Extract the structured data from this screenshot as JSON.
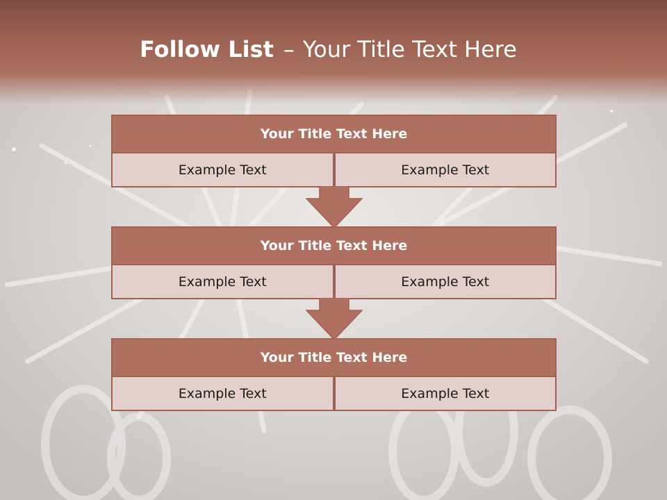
{
  "slide": {
    "title_bold": "Follow List",
    "title_separator": "–",
    "title_rest": "Your Title Text Here"
  },
  "steps": [
    {
      "title": "Your Title Text Here",
      "left": "Example Text",
      "right": "Example Text"
    },
    {
      "title": "Your Title Text Here",
      "left": "Example Text",
      "right": "Example Text"
    },
    {
      "title": "Your Title Text Here",
      "left": "Example Text",
      "right": "Example Text"
    }
  ],
  "colors": {
    "header_band": "#9a6051",
    "block_header": "#b07060",
    "block_cell": "#e3d0cd",
    "arrow": "#b07060",
    "border": "#a2604f"
  },
  "icons": {
    "connector": "down-arrow-icon",
    "background": "sparkle-ornament-photo"
  }
}
